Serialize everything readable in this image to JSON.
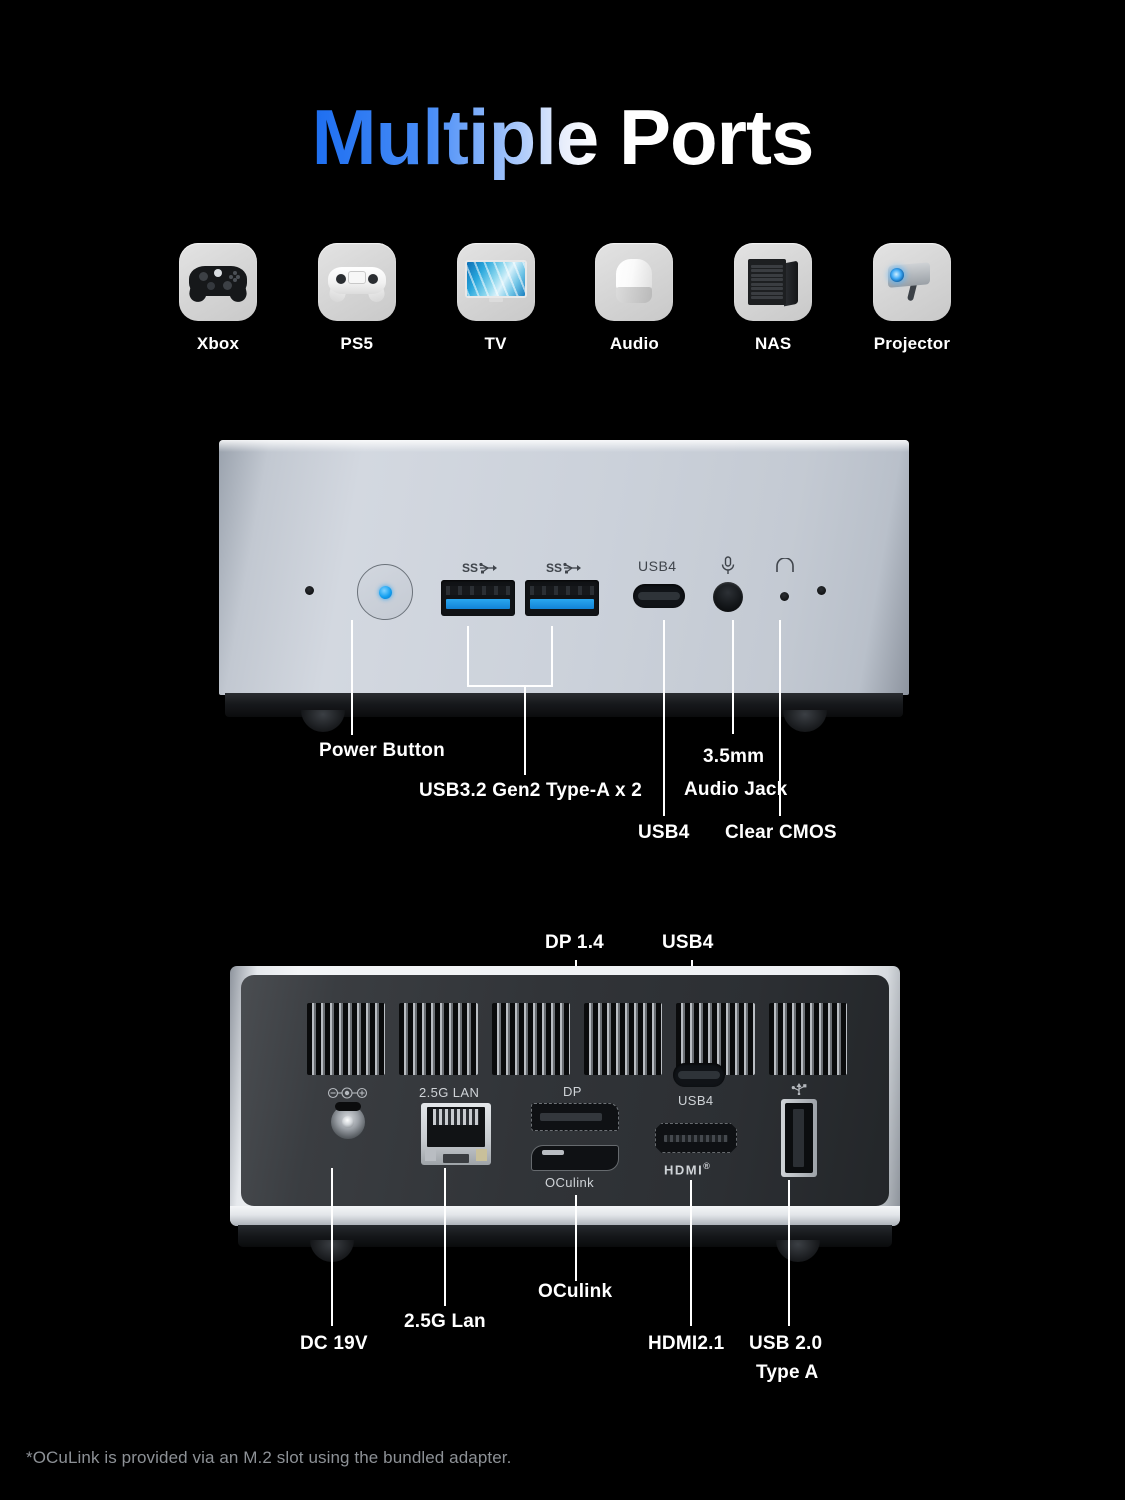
{
  "title": {
    "part1": "Multiple",
    "part2": " Ports"
  },
  "devices": [
    {
      "label": "Xbox",
      "icon": "xbox-controller-icon"
    },
    {
      "label": "PS5",
      "icon": "ps5-controller-icon"
    },
    {
      "label": "TV",
      "icon": "tv-icon"
    },
    {
      "label": "Audio",
      "icon": "smart-speaker-icon"
    },
    {
      "label": "NAS",
      "icon": "nas-server-icon"
    },
    {
      "label": "Projector",
      "icon": "projector-icon"
    }
  ],
  "front_panel": {
    "port_marks": {
      "usb_a_left": "SS",
      "usb_a_right": "SS",
      "usb4": "USB4",
      "mic": "mic-icon",
      "headphone": "headphone-icon"
    },
    "callouts": [
      {
        "label": "Power Button"
      },
      {
        "label": "USB3.2 Gen2 Type-A x 2"
      },
      {
        "label": "USB4"
      },
      {
        "label": "3.5mm"
      },
      {
        "label": "Audio Jack"
      },
      {
        "label": "Clear CMOS"
      }
    ]
  },
  "rear_panel": {
    "port_marks": {
      "lan": "2.5G LAN",
      "dp": "DP",
      "oculink": "OCulink",
      "usb4": "USB4",
      "hdmi": "HDMI",
      "hdmi_reg": "®",
      "usb2": "usb-trident-icon",
      "dc": "dc-polarity-icon"
    },
    "callouts_top": [
      {
        "label": "DP 1.4"
      },
      {
        "label": "USB4"
      }
    ],
    "callouts_bottom": [
      {
        "label": "DC 19V"
      },
      {
        "label": "2.5G Lan"
      },
      {
        "label": "OCulink"
      },
      {
        "label": "HDMI2.1"
      },
      {
        "label": "USB 2.0"
      },
      {
        "label": "Type A"
      }
    ]
  },
  "footnote": "*OCuLink is provided via an M.2 slot using the bundled adapter.",
  "colors": {
    "background": "#000000",
    "accent_blue": "#1d6ef0",
    "text_white": "#ffffff",
    "footnote_gray": "#8d9196",
    "usb3_blue": "#1283d6",
    "chassis_silver": "#cbd1da",
    "rear_panel_dark": "#313438"
  }
}
